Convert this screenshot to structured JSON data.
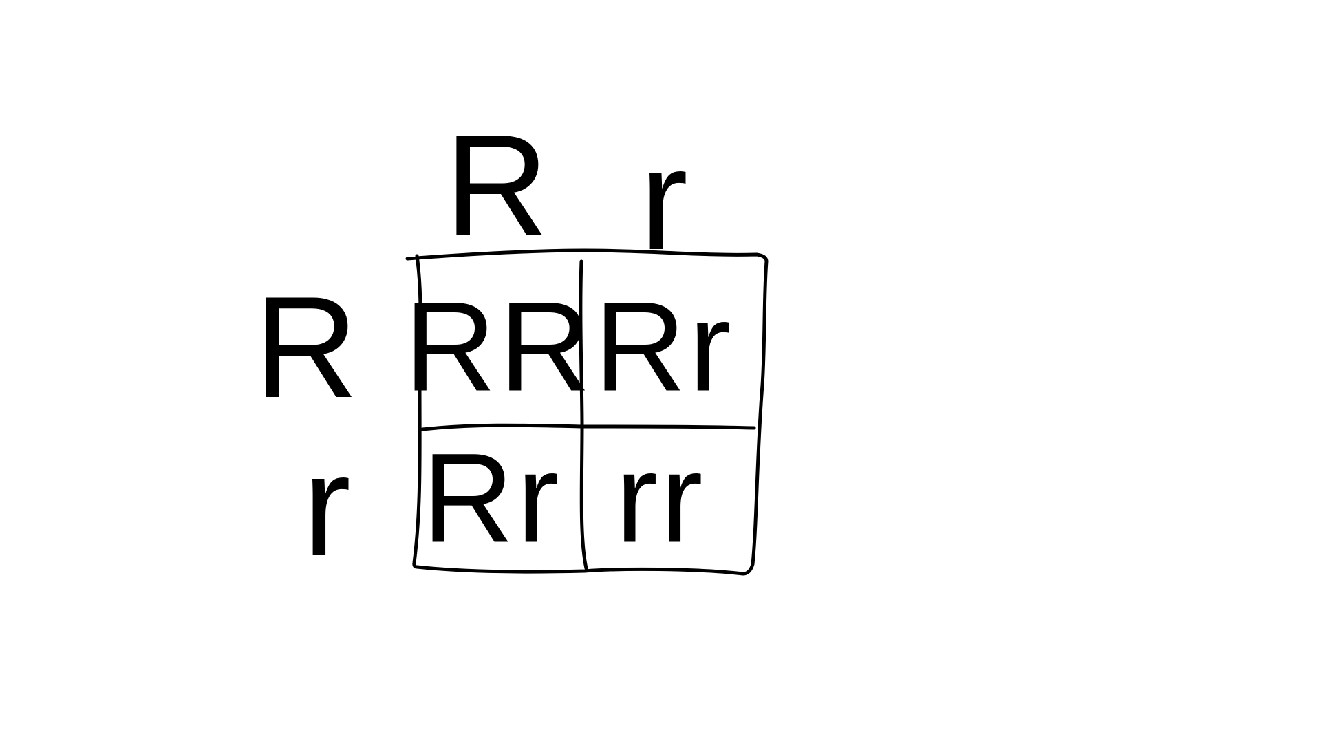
{
  "punnett_square": {
    "column_alleles": [
      "R",
      "r"
    ],
    "row_alleles": [
      "R",
      "r"
    ],
    "cells": [
      [
        "RR",
        "Rr"
      ],
      [
        "Rr",
        "rr"
      ]
    ]
  },
  "colors": {
    "ink": "#000000",
    "background": "#ffffff"
  }
}
